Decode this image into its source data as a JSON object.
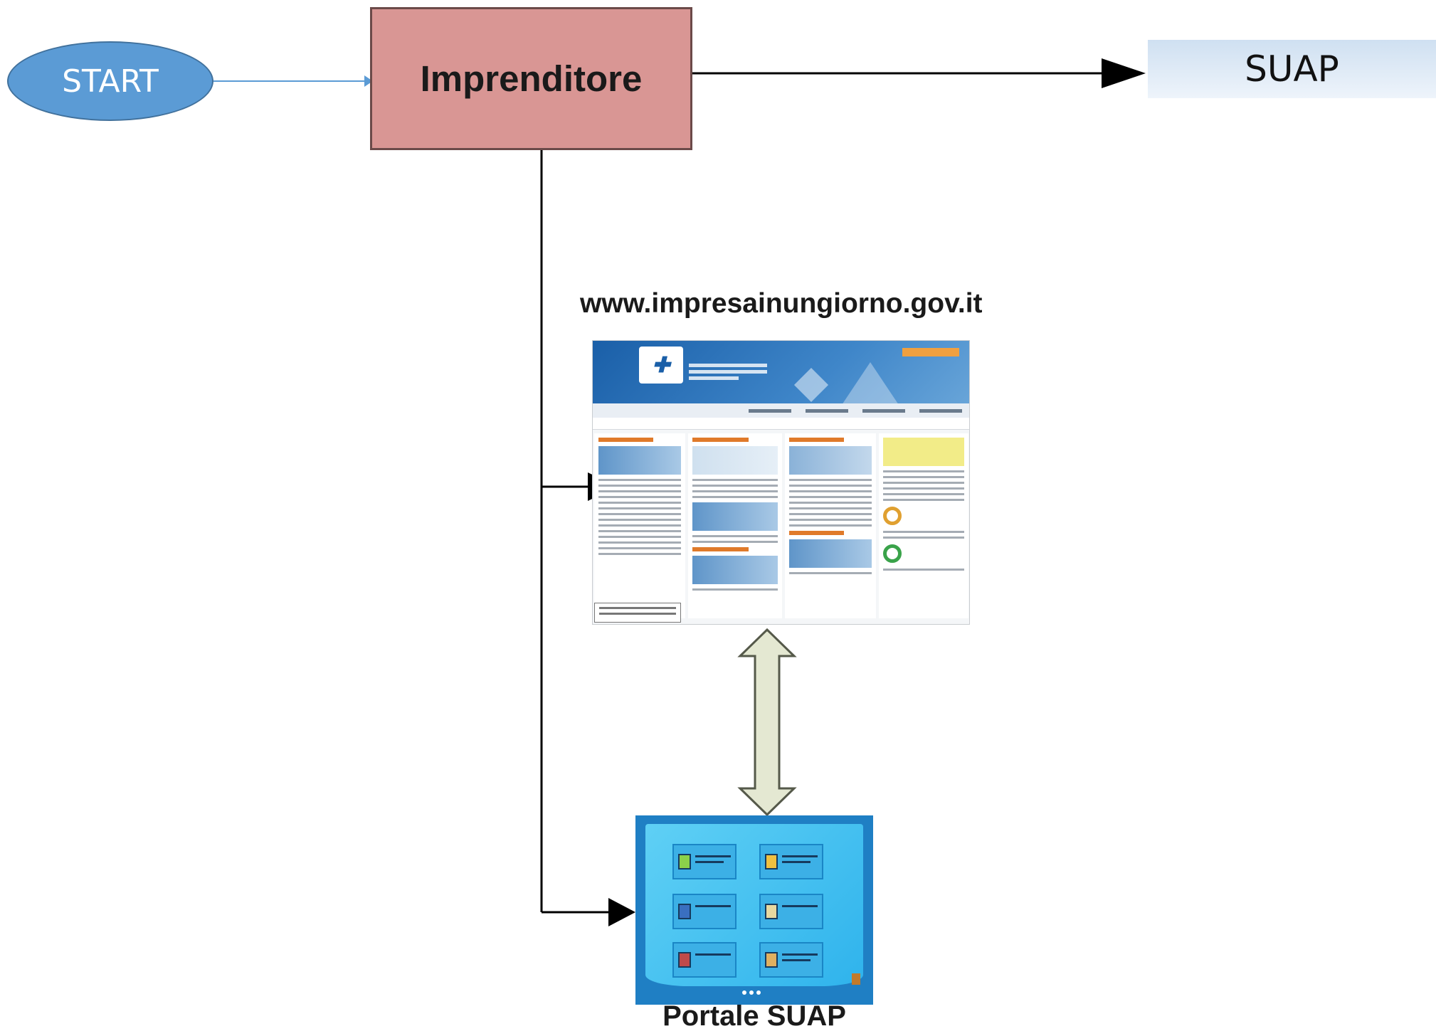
{
  "nodes": {
    "start": "START",
    "imprenditore": "Imprenditore",
    "suap": "SUAP",
    "website_url": "www.impresainungiorno.gov.it",
    "portal": "Portale SUAP"
  },
  "colors": {
    "start_fill": "#5b9bd5",
    "imprenditore_fill": "#d99694",
    "suap_fill": "#dde9f6",
    "connector_blue": "#5b9bd5",
    "connector_black": "#000000",
    "double_arrow_fill": "#e4e8d2"
  },
  "icons": {
    "website_thumbnail": "website-screenshot",
    "portal_image": "portal-screenshot"
  }
}
